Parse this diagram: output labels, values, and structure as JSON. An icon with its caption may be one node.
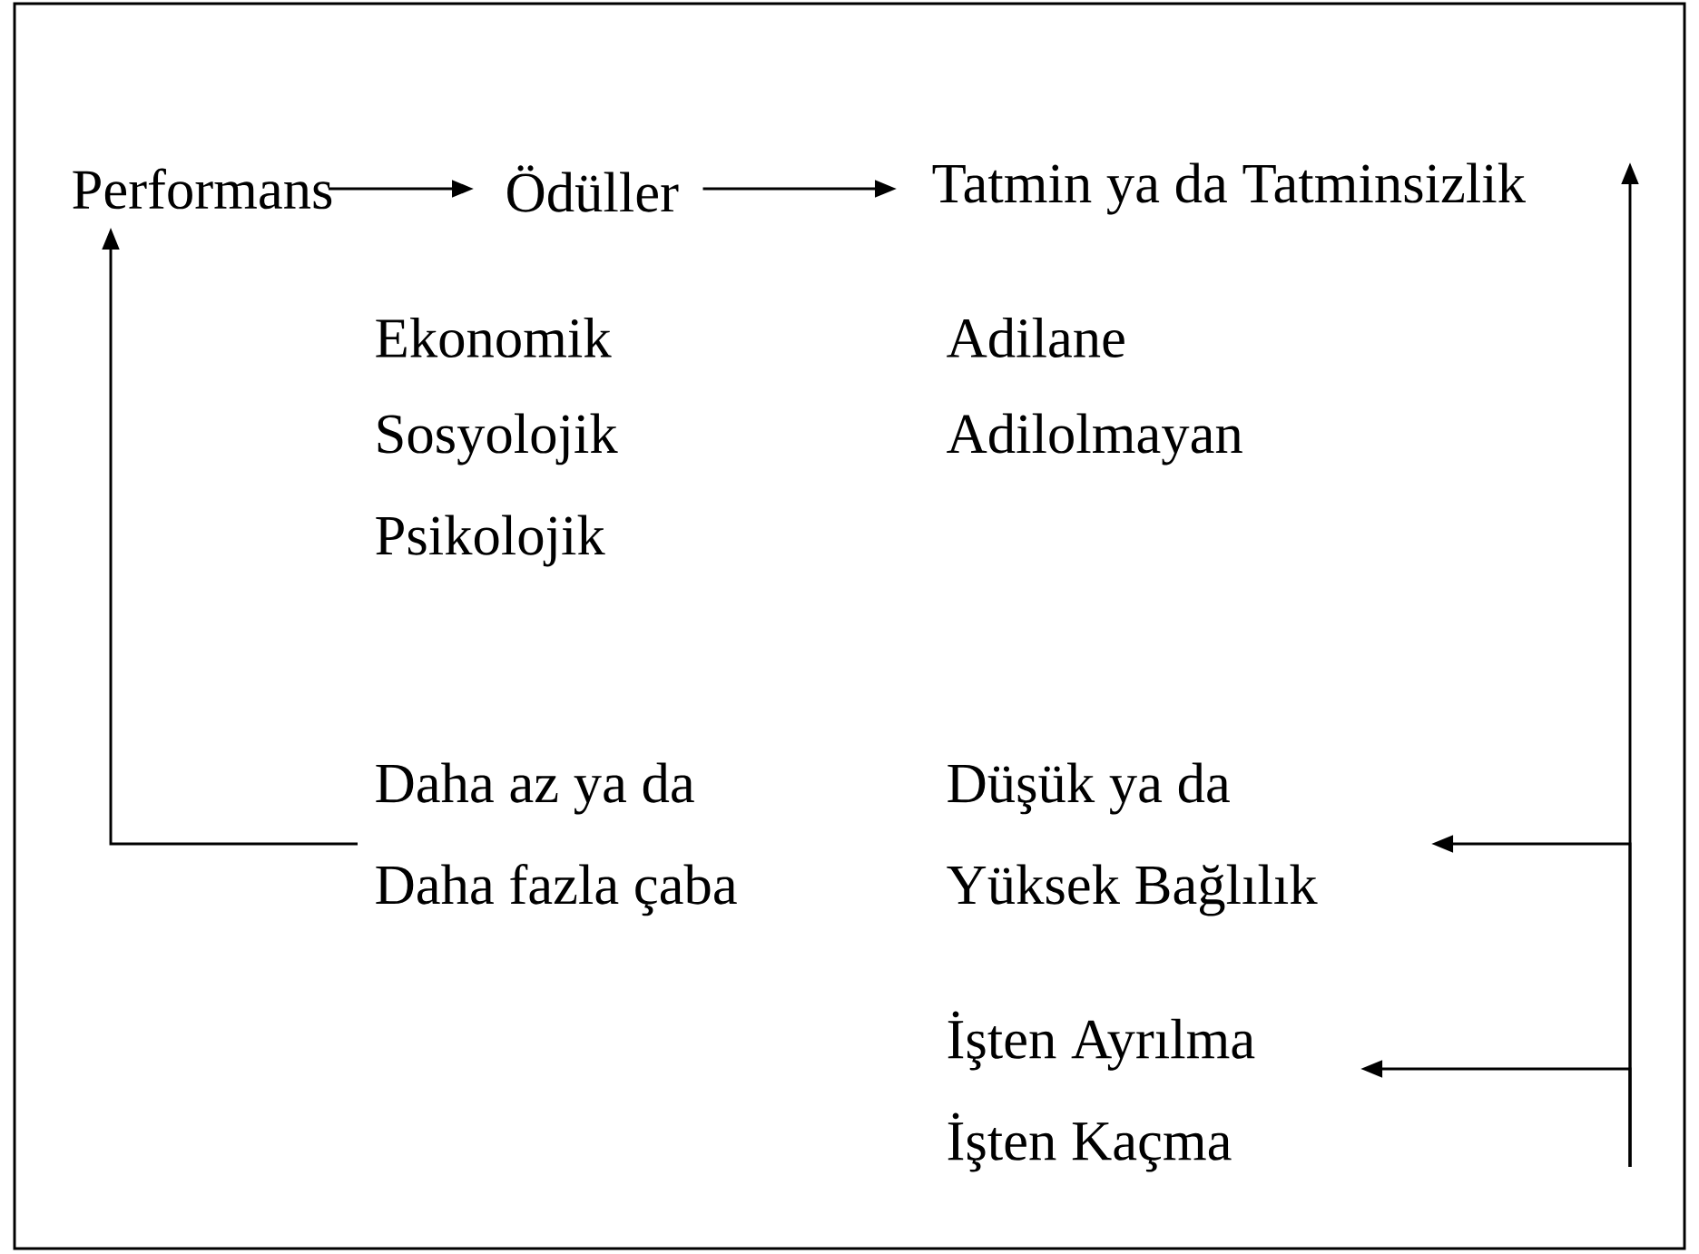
{
  "diagram": {
    "nodes": [
      {
        "text": [
          "Performans"
        ]
      },
      {
        "text": [
          "Ödüller"
        ]
      },
      {
        "text": [
          "Tatmin ya da Tatminsizlik"
        ]
      },
      {
        "text": [
          "Daha az ya da Daha fazla çaba"
        ]
      },
      {
        "text": [
          "Düşük ya da Yüksek Bağlılık"
        ]
      },
      {
        "text": [
          "İşten Ayrılma",
          "İşten Kaçma"
        ]
      }
    ],
    "edges": [
      {
        "from": 0,
        "to": 1,
        "arrow": "to"
      },
      {
        "from": 1,
        "to": 2,
        "arrow": "to"
      },
      {
        "from": 3,
        "to": 0,
        "arrow": "to"
      },
      {
        "from": null,
        "to": 2,
        "arrow": "to"
      },
      {
        "from": null,
        "to": 4,
        "arrow": "to"
      },
      {
        "from": null,
        "to": 5,
        "arrow": "to"
      }
    ],
    "labels": [
      "Ekonomik",
      "Adilane",
      "Sosyolojik",
      "Adilolmayan",
      "Psikolojik"
    ]
  }
}
